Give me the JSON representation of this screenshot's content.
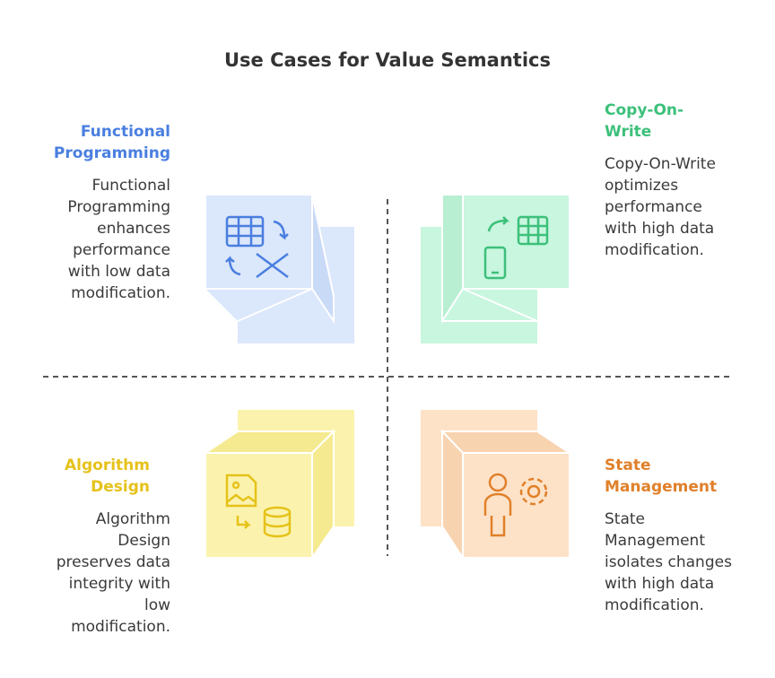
{
  "title": "Use Cases for Value Semantics",
  "quadrants": [
    {
      "heading": "Functional Programming",
      "text": "Functional Programming enhances performance with low data modification.",
      "color": "#4a7fe0"
    },
    {
      "heading": "Copy-On-Write",
      "text": "Copy-On-Write optimizes performance with high data modification.",
      "color": "#3cc07a"
    },
    {
      "heading": "Algorithm Design",
      "text": "Algorithm Design preserves data integrity with low modification.",
      "color": "#e6c21a"
    },
    {
      "heading": "State Management",
      "text": "State Management isolates changes with high data modification.",
      "color": "#e0802a"
    }
  ]
}
